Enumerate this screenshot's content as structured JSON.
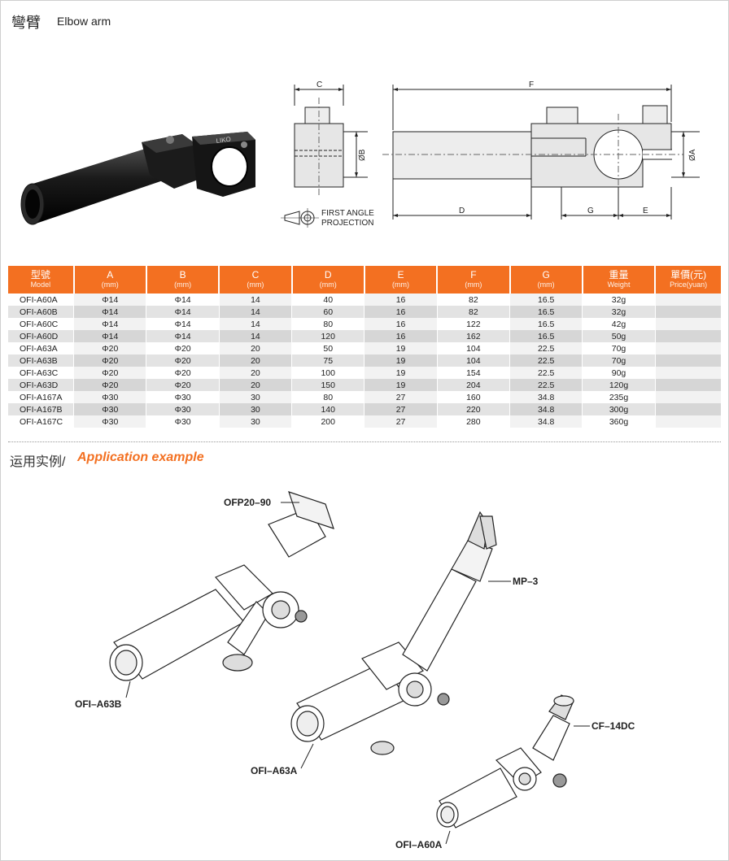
{
  "header": {
    "title_zh": "彎臂",
    "title_en": "Elbow arm"
  },
  "drawing": {
    "dim_labels": {
      "c": "C",
      "f": "F",
      "b": "ØB",
      "a": "ØA",
      "d": "D",
      "g": "G",
      "e": "E"
    },
    "projection": [
      "FIRST ANGLE",
      "PROJECTION"
    ],
    "brand_mark": "LIKO"
  },
  "table": {
    "columns": [
      {
        "main": "型號",
        "sub": "Model"
      },
      {
        "main": "A",
        "sub": "(mm)"
      },
      {
        "main": "B",
        "sub": "(mm)"
      },
      {
        "main": "C",
        "sub": "(mm)"
      },
      {
        "main": "D",
        "sub": "(mm)"
      },
      {
        "main": "E",
        "sub": "(mm)"
      },
      {
        "main": "F",
        "sub": "(mm)"
      },
      {
        "main": "G",
        "sub": "(mm)"
      },
      {
        "main": "重量",
        "sub": "Weight"
      },
      {
        "main": "單價(元)",
        "sub": "Price(yuan)"
      }
    ],
    "rows": [
      [
        "OFI-A60A",
        "Φ14",
        "Φ14",
        "14",
        "40",
        "16",
        "82",
        "16.5",
        "32g",
        ""
      ],
      [
        "OFI-A60B",
        "Φ14",
        "Φ14",
        "14",
        "60",
        "16",
        "82",
        "16.5",
        "32g",
        ""
      ],
      [
        "OFI-A60C",
        "Φ14",
        "Φ14",
        "14",
        "80",
        "16",
        "122",
        "16.5",
        "42g",
        ""
      ],
      [
        "OFI-A60D",
        "Φ14",
        "Φ14",
        "14",
        "120",
        "16",
        "162",
        "16.5",
        "50g",
        ""
      ],
      [
        "OFI-A63A",
        "Φ20",
        "Φ20",
        "20",
        "50",
        "19",
        "104",
        "22.5",
        "70g",
        ""
      ],
      [
        "OFI-A63B",
        "Φ20",
        "Φ20",
        "20",
        "75",
        "19",
        "104",
        "22.5",
        "70g",
        ""
      ],
      [
        "OFI-A63C",
        "Φ20",
        "Φ20",
        "20",
        "100",
        "19",
        "154",
        "22.5",
        "90g",
        ""
      ],
      [
        "OFI-A63D",
        "Φ20",
        "Φ20",
        "20",
        "150",
        "19",
        "204",
        "22.5",
        "120g",
        ""
      ],
      [
        "OFI-A167A",
        "Φ30",
        "Φ30",
        "30",
        "80",
        "27",
        "160",
        "34.8",
        "235g",
        ""
      ],
      [
        "OFI-A167B",
        "Φ30",
        "Φ30",
        "30",
        "140",
        "27",
        "220",
        "34.8",
        "300g",
        ""
      ],
      [
        "OFI-A167C",
        "Φ30",
        "Φ30",
        "30",
        "200",
        "27",
        "280",
        "34.8",
        "360g",
        ""
      ]
    ]
  },
  "application": {
    "title_zh": "运用实例/",
    "title_en": "Application example",
    "labels": {
      "ofp": "OFP20–90",
      "ofi_a63b": "OFI–A63B",
      "mp3": "MP–3",
      "ofi_a63a": "OFI–A63A",
      "cf14dc": "CF–14DC",
      "ofi_a60a": "OFI–A60A"
    }
  },
  "colors": {
    "accent": "#f37021",
    "row_alt": "#e3e3e3"
  }
}
